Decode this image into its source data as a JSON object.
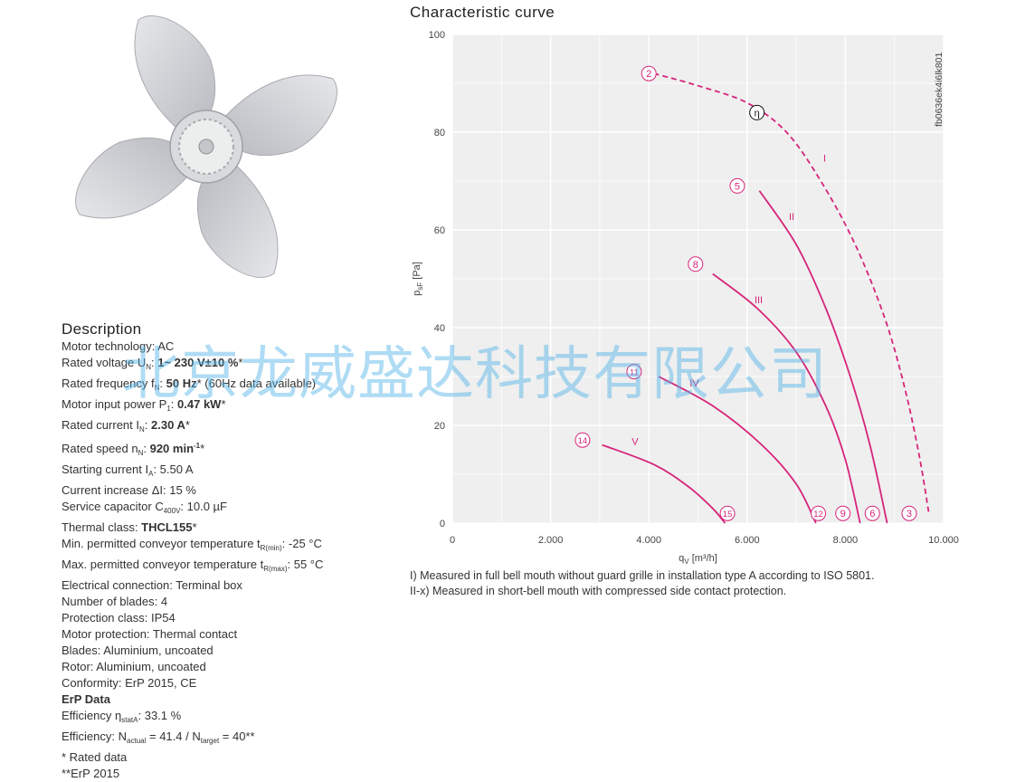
{
  "description": {
    "title": "Description",
    "lines": [
      {
        "plain": "Motor technology: AC"
      },
      {
        "pre": "Rated voltage U",
        "sub": "N",
        "mid": ": ",
        "bold": "1~ 230 V±10 %",
        "post": "*"
      },
      {
        "pre": "Rated frequency f",
        "sub": "N",
        "mid": ": ",
        "bold": "50 Hz",
        "post": "* (60Hz data available)"
      },
      {
        "pre": "Motor input power P",
        "sub": "1",
        "mid": ": ",
        "bold": "0.47 kW",
        "post": "*"
      },
      {
        "pre": "Rated current I",
        "sub": "N",
        "mid": ": ",
        "bold": "2.30 A",
        "post": "*"
      },
      {
        "pre": "Rated speed n",
        "sub": "N",
        "mid": ": ",
        "bold": "920 min",
        "sup": "-1",
        "post": "*"
      },
      {
        "pre": "Starting current I",
        "sub": "A",
        "mid": ": 5.50 A"
      },
      {
        "plain": "Current increase ΔI: 15 %"
      },
      {
        "pre": "Service capacitor C",
        "sub": "400V",
        "mid": ": 10.0 µF"
      },
      {
        "pre": "Thermal class: ",
        "bold": "THCL155",
        "post": "*"
      },
      {
        "pre": "Min. permitted conveyor temperature t",
        "sub": "R(min)",
        "mid": ": -25 °C"
      },
      {
        "pre": "Max. permitted conveyor temperature t",
        "sub": "R(max)",
        "mid": ": 55 °C"
      },
      {
        "plain": "Electrical connection: Terminal box"
      },
      {
        "plain": "Number of blades: 4"
      },
      {
        "plain": "Protection class: IP54"
      },
      {
        "plain": "Motor protection: Thermal contact"
      },
      {
        "plain": "Blades: Aluminium, uncoated"
      },
      {
        "plain": "Rotor: Aluminium, uncoated"
      },
      {
        "plain": "Conformity: ErP 2015, CE"
      },
      {
        "bold": "ErP Data"
      },
      {
        "pre": "Efficiency η",
        "sub": "statA",
        "mid": ": 33.1 %"
      },
      {
        "pre": "Efficiency: N",
        "sub": "actual",
        "mid": " = 41.4 / N",
        "sub2": "target",
        "post": " = 40**"
      },
      {
        "plain": "* Rated data"
      },
      {
        "plain": "**ErP 2015"
      }
    ]
  },
  "watermark": "北京龙威盛达科技有限公司",
  "notes": [
    "I) Measured in full bell mouth without guard grille in installation type A according to ISO 5801.",
    "II-x) Measured in short-bell mouth with compressed side contact protection."
  ],
  "chart_data": {
    "type": "line",
    "title": "Characteristic curve",
    "xlabel": "q",
    "xlabel_sub": "V",
    "xlabel_unit": " [m³/h]",
    "ylabel": "p",
    "ylabel_sub": "sF",
    "ylabel_unit": " [Pa]",
    "xlim": [
      0,
      10000
    ],
    "ylim": [
      0,
      100
    ],
    "x_ticks": [
      0,
      2000,
      4000,
      6000,
      8000,
      10000
    ],
    "x_tick_labels": [
      "0",
      "2.000",
      "4.000",
      "6.000",
      "8.000",
      "10.000"
    ],
    "y_ticks": [
      0,
      20,
      40,
      60,
      80,
      100
    ],
    "y_tick_labels": [
      "0",
      "20",
      "40",
      "60",
      "80",
      "100"
    ],
    "grid": true,
    "code": "fb0636ek4i6lk801",
    "accent_color": "#d6247a",
    "series": [
      {
        "name": "I",
        "dashed": true,
        "points": [
          [
            4100,
            92
          ],
          [
            5000,
            89.5
          ],
          [
            6000,
            86
          ],
          [
            6800,
            80
          ],
          [
            7500,
            70
          ],
          [
            8200,
            57
          ],
          [
            8800,
            42
          ],
          [
            9200,
            28
          ],
          [
            9500,
            14
          ],
          [
            9700,
            2
          ]
        ],
        "label_at": [
          7550,
          74
        ]
      },
      {
        "name": "II",
        "dashed": false,
        "points": [
          [
            6250,
            68
          ],
          [
            7000,
            57
          ],
          [
            7600,
            44
          ],
          [
            8100,
            30
          ],
          [
            8500,
            16
          ],
          [
            8850,
            0
          ]
        ],
        "label_at": [
          6850,
          62
        ]
      },
      {
        "name": "III",
        "dashed": false,
        "points": [
          [
            5300,
            51
          ],
          [
            6200,
            44
          ],
          [
            7000,
            35
          ],
          [
            7600,
            24
          ],
          [
            8000,
            13
          ],
          [
            8300,
            0
          ]
        ],
        "label_at": [
          6150,
          45
        ]
      },
      {
        "name": "IV",
        "dashed": false,
        "points": [
          [
            4200,
            30
          ],
          [
            5300,
            24
          ],
          [
            6300,
            16
          ],
          [
            7000,
            8
          ],
          [
            7400,
            0
          ]
        ],
        "label_at": [
          4830,
          28
        ]
      },
      {
        "name": "V",
        "dashed": false,
        "points": [
          [
            3050,
            16
          ],
          [
            4100,
            12
          ],
          [
            4800,
            7.5
          ],
          [
            5300,
            3
          ],
          [
            5550,
            0
          ]
        ],
        "label_at": [
          3650,
          16
        ]
      }
    ],
    "markers": [
      {
        "label": "2",
        "x": 4000,
        "y": 92
      },
      {
        "label": "η",
        "x": 6200,
        "y": 84,
        "black": true
      },
      {
        "label": "5",
        "x": 5800,
        "y": 69
      },
      {
        "label": "8",
        "x": 4950,
        "y": 53
      },
      {
        "label": "11",
        "x": 3700,
        "y": 31
      },
      {
        "label": "14",
        "x": 2650,
        "y": 17
      },
      {
        "label": "15",
        "x": 5600,
        "y": 2
      },
      {
        "label": "12",
        "x": 7450,
        "y": 2
      },
      {
        "label": "9",
        "x": 7950,
        "y": 2
      },
      {
        "label": "6",
        "x": 8550,
        "y": 2
      },
      {
        "label": "3",
        "x": 9300,
        "y": 2
      }
    ]
  }
}
